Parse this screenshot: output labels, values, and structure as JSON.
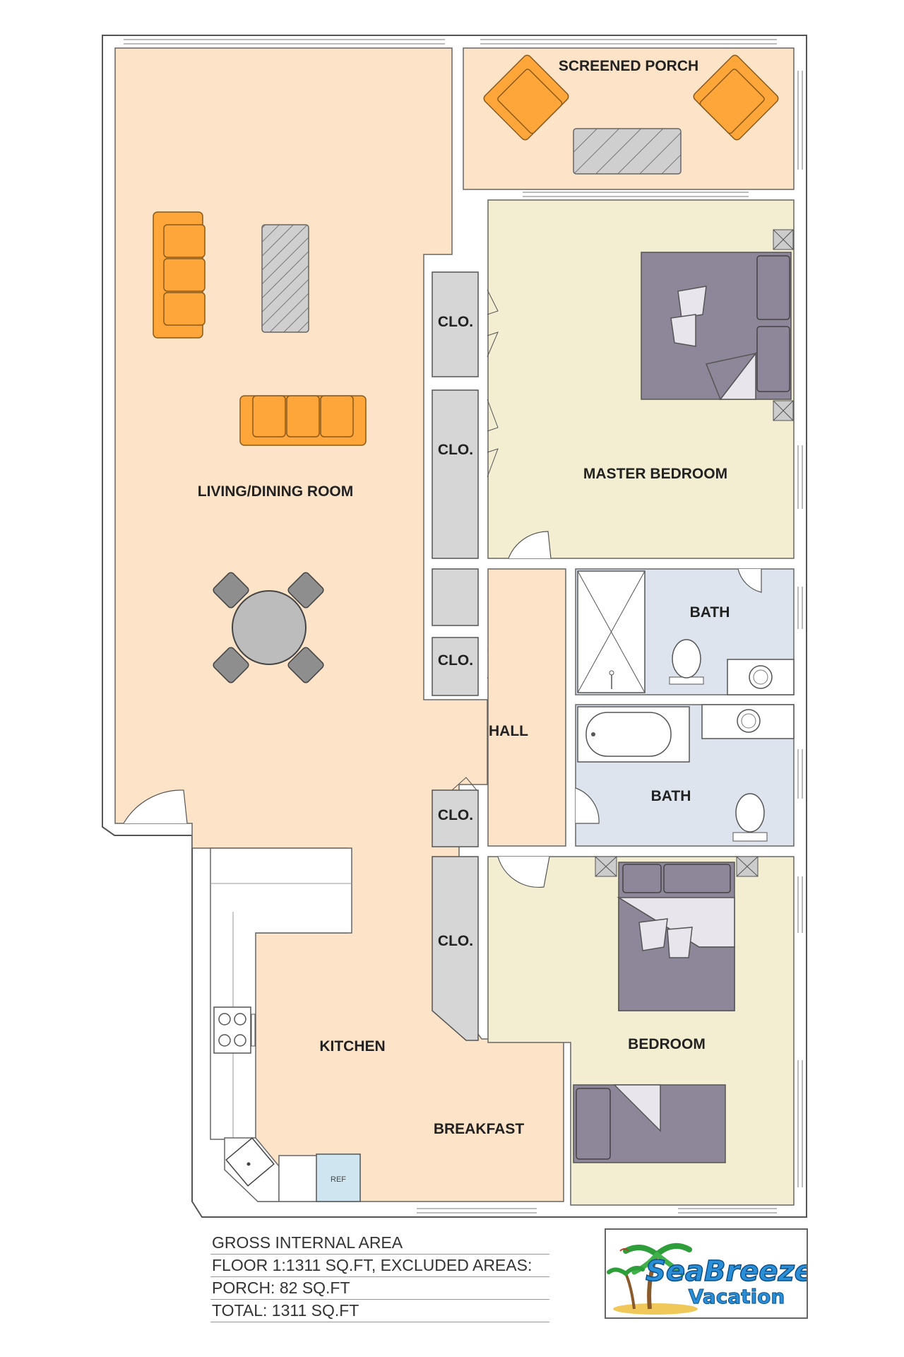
{
  "rooms": {
    "screened_porch": "SCREENED PORCH",
    "living_dining": "LIVING/DINING ROOM",
    "master_bedroom": "MASTER BEDROOM",
    "closet": "CLO.",
    "bath": "BATH",
    "hall": "HALL",
    "kitchen": "KITCHEN",
    "breakfast": "BREAKFAST",
    "bedroom": "BEDROOM",
    "ref": "REF"
  },
  "area_summary": {
    "line1": "GROSS INTERNAL AREA",
    "line2": "FLOOR 1:1311 SQ.FT, EXCLUDED AREAS:",
    "line3": "PORCH: 82 SQ.FT",
    "line4": "TOTAL: 1311 SQ.FT"
  },
  "logo": {
    "word1": "SeaBreeze",
    "word2": "Vacation"
  },
  "colors": {
    "living_floor": "#fde3c8",
    "bedroom_floor": "#f3eed2",
    "bath_floor": "#dde4ee",
    "closet_floor": "#d6d6d6",
    "sofa": "#ffa63a",
    "bed": "#8e8799",
    "wall": "#ffffff",
    "wall_edge": "#555555"
  }
}
